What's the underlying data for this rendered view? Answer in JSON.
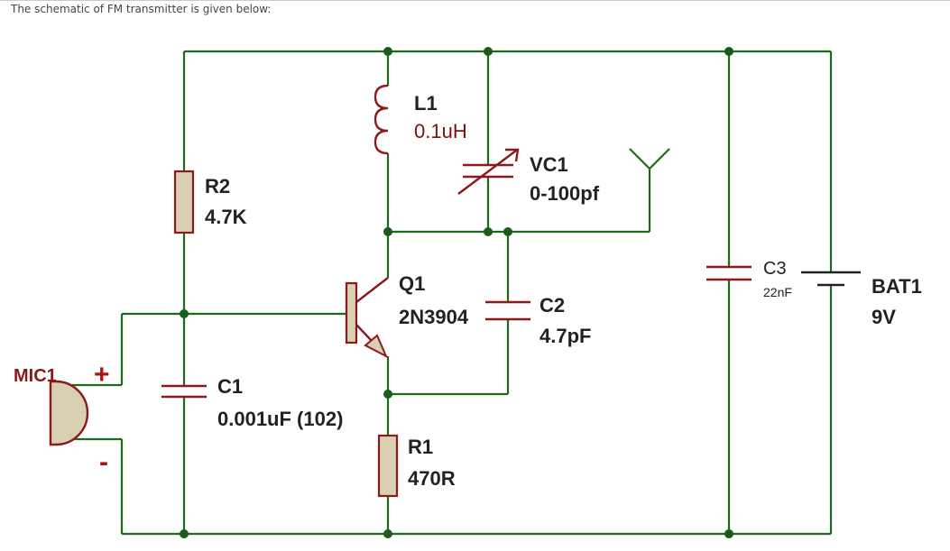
{
  "caption": "The schematic of FM transmitter is given below:",
  "colors": {
    "wire": "#1d6a1d",
    "component": "#8b1a1a",
    "resistor_fill": "#d9cfb2",
    "node": "#1a5c1a"
  },
  "components": {
    "r2": {
      "ref": "R2",
      "value": "4.7K"
    },
    "l1": {
      "ref": "L1",
      "value": "0.1uH"
    },
    "vc1": {
      "ref": "VC1",
      "value": "0-100pf"
    },
    "q1": {
      "ref": "Q1",
      "value": "2N3904"
    },
    "c2": {
      "ref": "C2",
      "value": "4.7pF"
    },
    "c1": {
      "ref": "C1",
      "value": "0.001uF (102)"
    },
    "r1": {
      "ref": "R1",
      "value": "470R"
    },
    "c3": {
      "ref": "C3",
      "value": "22nF"
    },
    "bat1": {
      "ref": "BAT1",
      "value": "9V"
    },
    "mic1": {
      "ref": "MIC1",
      "plus": "+",
      "minus": "-"
    }
  }
}
